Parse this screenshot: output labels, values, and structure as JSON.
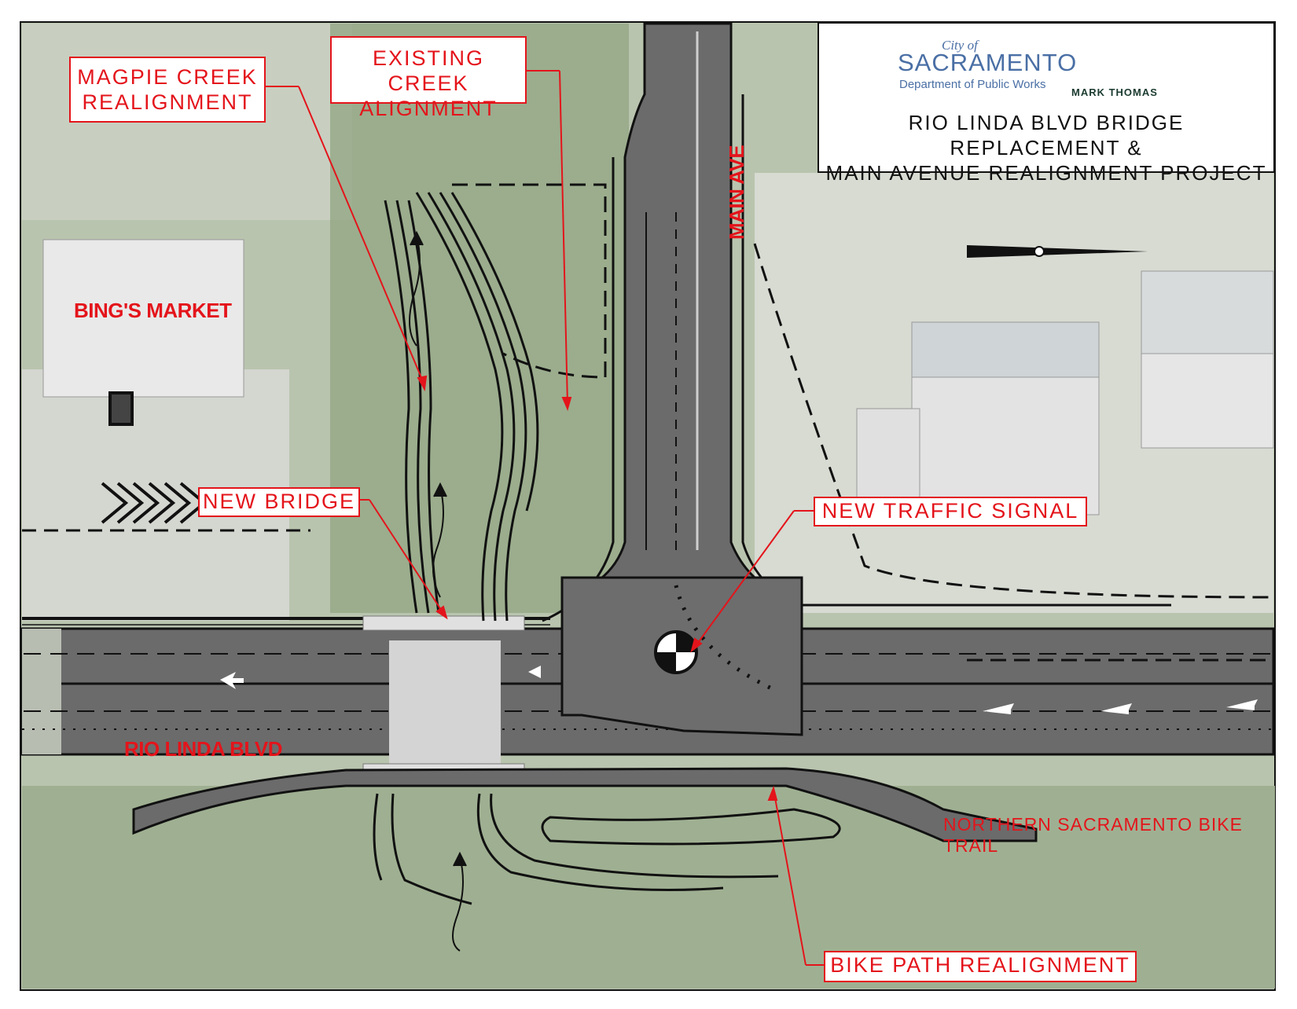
{
  "title_block": {
    "city_of": "City of",
    "city_name": "SACRAMENTO",
    "department": "Department of Public Works",
    "firm": "MARK THOMAS",
    "project_line1": "RIO LINDA BLVD BRIDGE REPLACEMENT &",
    "project_line2": "MAIN AVENUE REALIGNMENT PROJECT"
  },
  "callouts": {
    "magpie_line1": "MAGPIE CREEK",
    "magpie_line2": "REALIGNMENT",
    "existing_line1": "EXISTING CREEK",
    "existing_line2": "ALIGNMENT",
    "new_bridge": "NEW BRIDGE",
    "new_signal": "NEW TRAFFIC SIGNAL",
    "bike_path": "BIKE PATH REALIGNMENT"
  },
  "labels": {
    "bings_market": "BING'S MARKET",
    "rio_linda": "RIO LINDA BLVD",
    "main_ave": "MAIN AVE",
    "bike_trail": "NORTHERN SACRAMENTO BIKE TRAIL"
  },
  "colors": {
    "callout_red": "#e4141b",
    "road_gray": "#6b6b6b",
    "bridge_deck": "#cfcfcf",
    "aerial_green": "#a9b79c",
    "city_blue": "#4a6fa5",
    "firm_green": "#7cbb3e"
  },
  "icons": [
    "north-arrow-icon",
    "traffic-signal-icon",
    "mark-thomas-logo"
  ]
}
